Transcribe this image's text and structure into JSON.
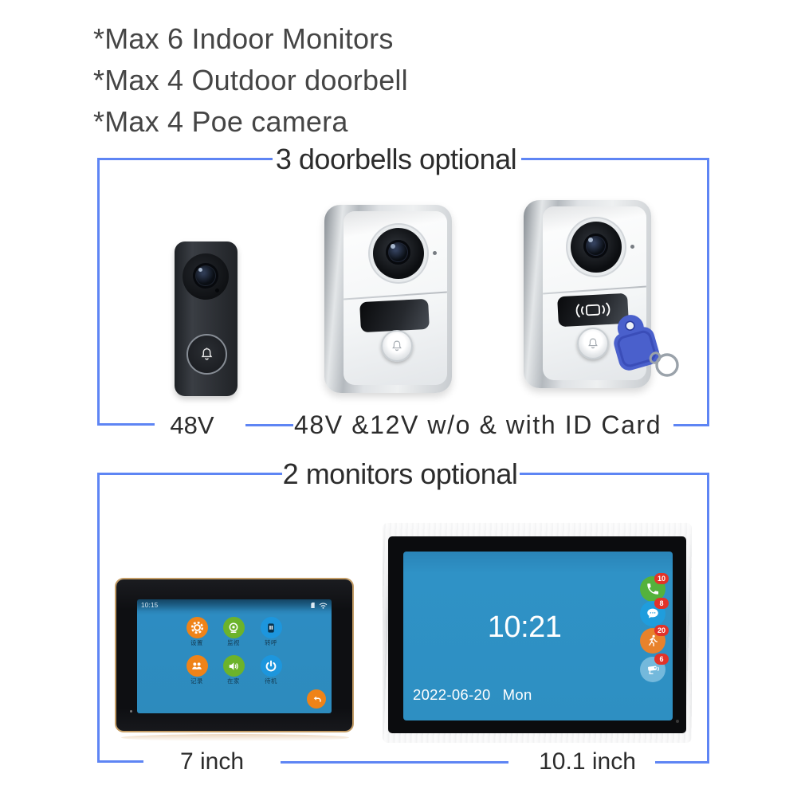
{
  "features": {
    "line1": "*Max 6 Indoor Monitors",
    "line2": "*Max 4 Outdoor doorbell",
    "line3": "*Max 4 Poe camera"
  },
  "doorbell_section": {
    "title": "3 doorbells optional",
    "black_label": "48V",
    "variant_label": "48V &12V w/o & with ID Card"
  },
  "monitor_section": {
    "title": "2 monitors optional",
    "small_label": "7 inch",
    "large_label": "10.1 inch"
  },
  "monitor7": {
    "status_time": "10:15",
    "apps": [
      {
        "label": "设置",
        "icon": "gear",
        "color": "#ef8318"
      },
      {
        "label": "监视",
        "icon": "camera",
        "color": "#6cb32b"
      },
      {
        "label": "转呼",
        "icon": "intercom",
        "color": "#1d96dd"
      },
      {
        "label": "记录",
        "icon": "people",
        "color": "#ef8318"
      },
      {
        "label": "在家",
        "icon": "speaker",
        "color": "#6cb32b"
      },
      {
        "label": "待机",
        "icon": "power",
        "color": "#1d96dd"
      }
    ],
    "back_icon": "return-arrow"
  },
  "monitor10": {
    "time": "10:21",
    "date": "2022-06-20",
    "weekday": "Mon",
    "notifications": [
      {
        "icon": "phone",
        "count": "10",
        "color": "#54b23c"
      },
      {
        "icon": "chat",
        "count": "8",
        "color": "#1f9ddd"
      },
      {
        "icon": "motion",
        "count": "20",
        "color": "#e8822c"
      },
      {
        "icon": "cctv",
        "count": "6",
        "color": "#74b9dc"
      }
    ]
  },
  "colors": {
    "bracket_line": "#5e85f4",
    "screen_blue": "#2e90c6",
    "badge_red": "#e23329",
    "keyfob_blue": "#4a60cc",
    "frame_gold": "#c49d66"
  }
}
